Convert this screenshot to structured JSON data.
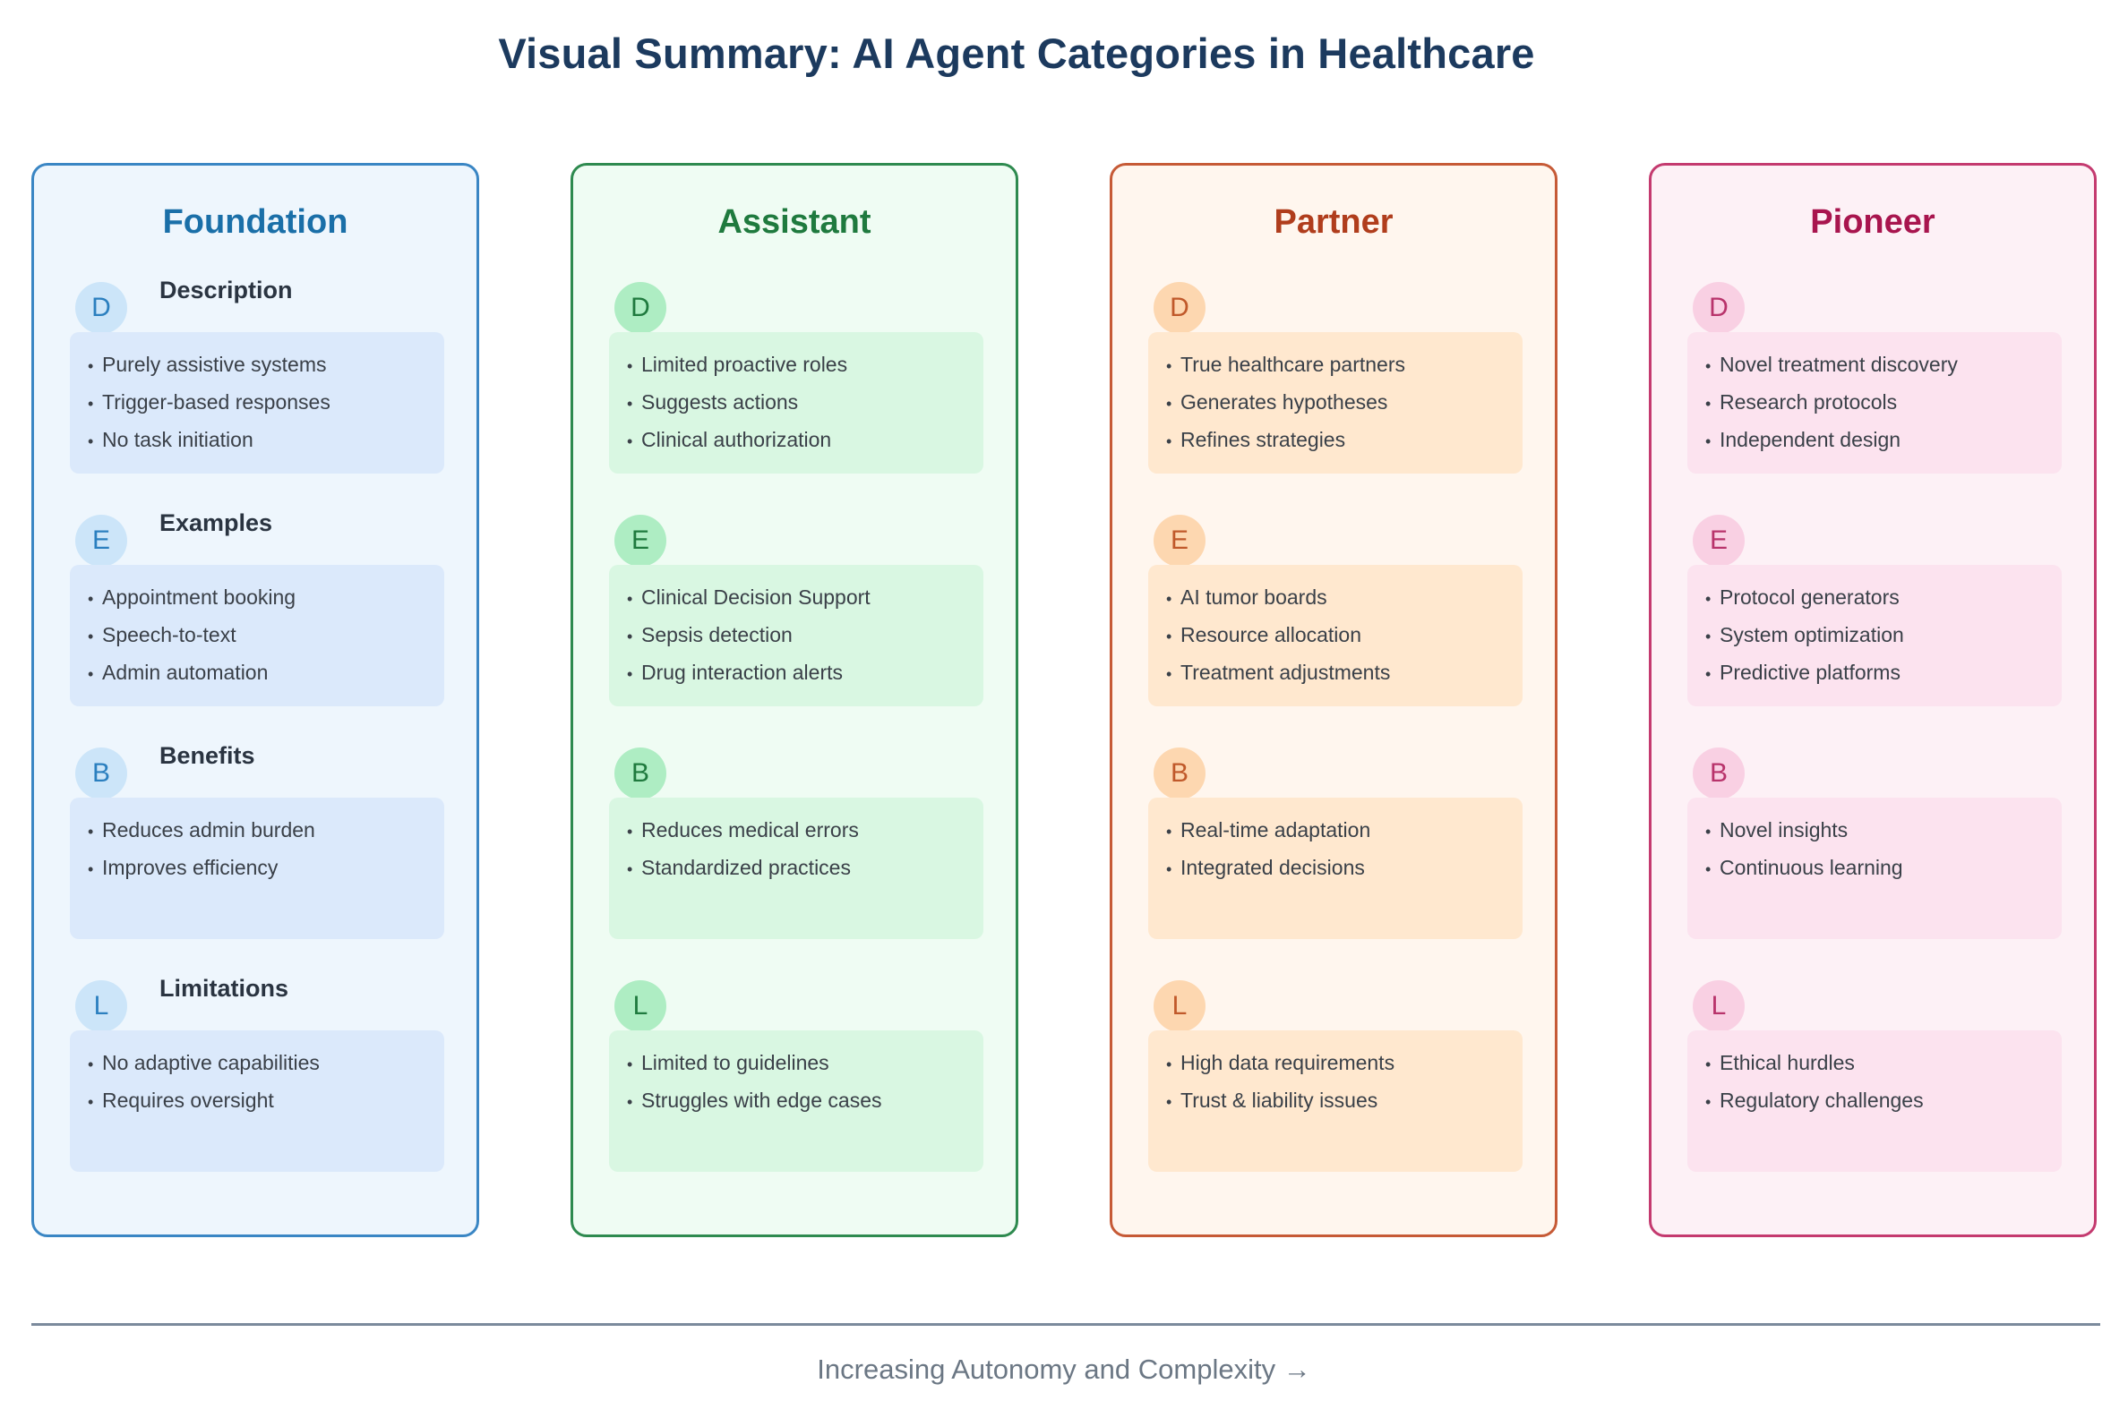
{
  "title": "Visual Summary: AI Agent Categories in Healthcare",
  "footer": "Increasing Autonomy and Complexity →",
  "columns": [
    {
      "name": "Foundation",
      "colors": {
        "border": "#3a86c4",
        "bg": "#eef6fd",
        "title": "#1a6fa8",
        "box": "#dbe9fb",
        "badge_bg": "#cce5f9",
        "badge_text": "#2b7fbf"
      },
      "sections": [
        {
          "letter": "D",
          "heading": "Description",
          "items": [
            "Purely assistive systems",
            "Trigger-based responses",
            "No task initiation"
          ]
        },
        {
          "letter": "E",
          "heading": "Examples",
          "items": [
            "Appointment booking",
            "Speech-to-text",
            "Admin automation"
          ]
        },
        {
          "letter": "B",
          "heading": "Benefits",
          "items": [
            "Reduces admin burden",
            "Improves efficiency"
          ]
        },
        {
          "letter": "L",
          "heading": "Limitations",
          "items": [
            "No adaptive capabilities",
            "Requires oversight"
          ]
        }
      ]
    },
    {
      "name": "Assistant",
      "colors": {
        "border": "#2e8a4f",
        "bg": "#effcf3",
        "title": "#1f7a3e",
        "box": "#d9f7e2",
        "badge_bg": "#aeedc3",
        "badge_text": "#1f7a3e"
      },
      "sections": [
        {
          "letter": "D",
          "heading": "",
          "items": [
            "Limited proactive roles",
            "Suggests actions",
            "Clinical authorization"
          ]
        },
        {
          "letter": "E",
          "heading": "",
          "items": [
            "Clinical Decision Support",
            "Sepsis detection",
            "Drug interaction alerts"
          ]
        },
        {
          "letter": "B",
          "heading": "",
          "items": [
            "Reduces medical errors",
            "Standardized practices"
          ]
        },
        {
          "letter": "L",
          "heading": "",
          "items": [
            "Limited to guidelines",
            "Struggles with edge cases"
          ]
        }
      ]
    },
    {
      "name": "Partner",
      "colors": {
        "border": "#c65a36",
        "bg": "#fff6ee",
        "title": "#b03d1c",
        "box": "#ffe8cf",
        "badge_bg": "#fdd7b0",
        "badge_text": "#c0592a"
      },
      "sections": [
        {
          "letter": "D",
          "heading": "",
          "items": [
            "True healthcare partners",
            "Generates hypotheses",
            "Refines strategies"
          ]
        },
        {
          "letter": "E",
          "heading": "",
          "items": [
            "AI tumor boards",
            "Resource allocation",
            "Treatment adjustments"
          ]
        },
        {
          "letter": "B",
          "heading": "",
          "items": [
            "Real-time adaptation",
            "Integrated decisions"
          ]
        },
        {
          "letter": "L",
          "heading": "",
          "items": [
            "High data requirements",
            "Trust & liability issues"
          ]
        }
      ]
    },
    {
      "name": "Pioneer",
      "colors": {
        "border": "#c43a6f",
        "bg": "#fdf1f6",
        "title": "#a8154e",
        "box": "#fce3ef",
        "badge_bg": "#f9d0e3",
        "badge_text": "#b8336b"
      },
      "sections": [
        {
          "letter": "D",
          "heading": "",
          "items": [
            "Novel treatment discovery",
            "Research protocols",
            "Independent design"
          ]
        },
        {
          "letter": "E",
          "heading": "",
          "items": [
            "Protocol generators",
            "System optimization",
            "Predictive platforms"
          ]
        },
        {
          "letter": "B",
          "heading": "",
          "items": [
            "Novel insights",
            "Continuous learning"
          ]
        },
        {
          "letter": "L",
          "heading": "",
          "items": [
            "Ethical hurdles",
            "Regulatory challenges"
          ]
        }
      ]
    }
  ]
}
